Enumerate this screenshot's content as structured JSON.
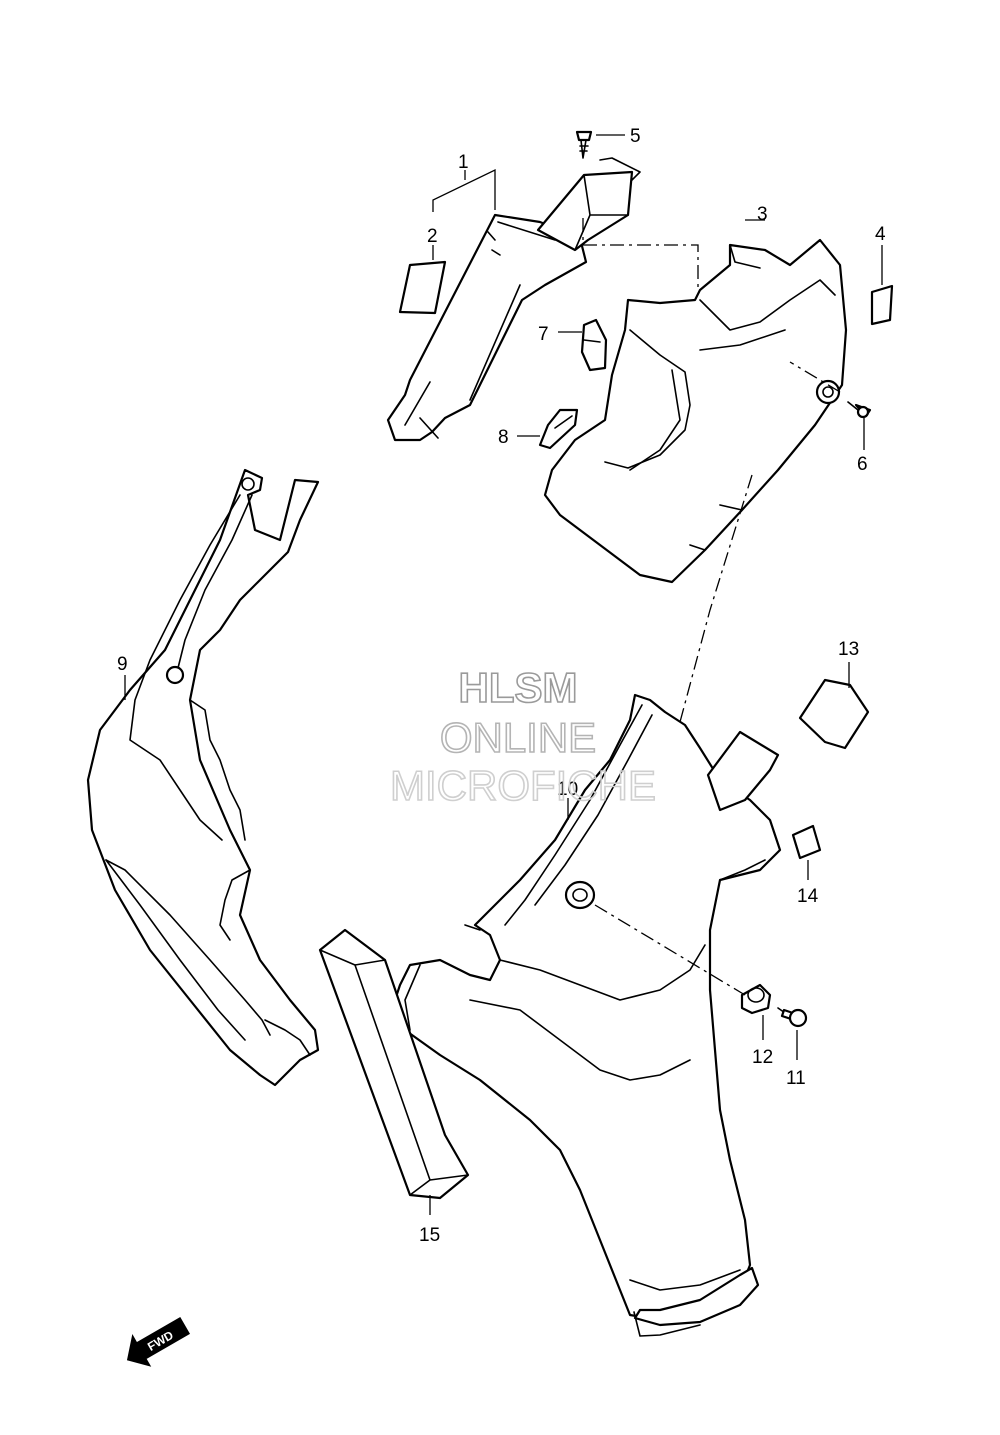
{
  "watermark": {
    "line1": "HLSM",
    "line2": "ONLINE",
    "line3": "MICROFICHE"
  },
  "callouts": [
    "1",
    "2",
    "3",
    "4",
    "5",
    "6",
    "7",
    "8",
    "9",
    "10",
    "11",
    "12",
    "13",
    "14",
    "15"
  ],
  "direction_badge": "FWD",
  "colors": {
    "ink": "#000000",
    "watermark": "#9a9a9a",
    "paper": "#ffffff"
  }
}
